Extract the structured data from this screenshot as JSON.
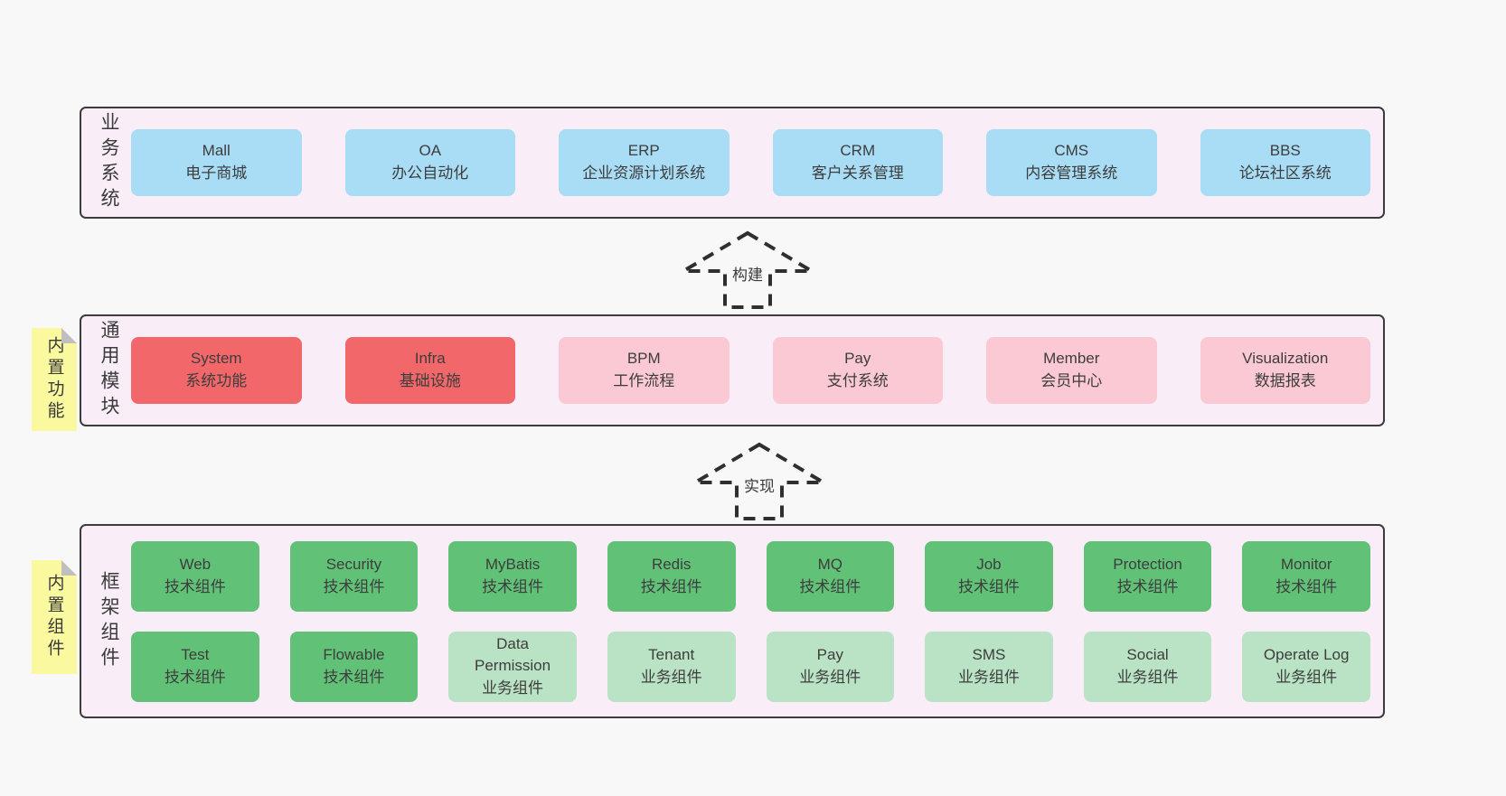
{
  "colors": {
    "page_bg": "#f8f8f8",
    "panel_bg": "#f9eef7",
    "panel_border": "#3c3c3c",
    "blue_box": "#a9dcf5",
    "red_box": "#f2686a",
    "pink_box": "#fbc9d4",
    "green_box": "#61c277",
    "light_green_box": "#b9e3c4",
    "note_bg": "#fbf9a0",
    "note_fold": "#bfbfbf",
    "text": "#3d3d3d"
  },
  "business": {
    "label": "业务系统",
    "boxes": [
      {
        "title": "Mall",
        "subtitle": "电子商城"
      },
      {
        "title": "OA",
        "subtitle": "办公自动化"
      },
      {
        "title": "ERP",
        "subtitle": "企业资源计划系统"
      },
      {
        "title": "CRM",
        "subtitle": "客户关系管理"
      },
      {
        "title": "CMS",
        "subtitle": "内容管理系统"
      },
      {
        "title": "BBS",
        "subtitle": "论坛社区系统"
      }
    ]
  },
  "arrow_build": {
    "label": "构建"
  },
  "modules": {
    "label": "通用模块",
    "note": "内置功能",
    "boxes": [
      {
        "title": "System",
        "subtitle": "系统功能"
      },
      {
        "title": "Infra",
        "subtitle": "基础设施"
      },
      {
        "title": "BPM",
        "subtitle": "工作流程"
      },
      {
        "title": "Pay",
        "subtitle": "支付系统"
      },
      {
        "title": "Member",
        "subtitle": "会员中心"
      },
      {
        "title": "Visualization",
        "subtitle": "数据报表"
      }
    ]
  },
  "arrow_implement": {
    "label": "实现"
  },
  "components": {
    "label": "框架组件",
    "note": "内置组件",
    "row1": [
      {
        "title": "Web",
        "subtitle": "技术组件"
      },
      {
        "title": "Security",
        "subtitle": "技术组件"
      },
      {
        "title": "MyBatis",
        "subtitle": "技术组件"
      },
      {
        "title": "Redis",
        "subtitle": "技术组件"
      },
      {
        "title": "MQ",
        "subtitle": "技术组件"
      },
      {
        "title": "Job",
        "subtitle": "技术组件"
      },
      {
        "title": "Protection",
        "subtitle": "技术组件"
      },
      {
        "title": "Monitor",
        "subtitle": "技术组件"
      }
    ],
    "row2": [
      {
        "title": "Test",
        "subtitle": "技术组件"
      },
      {
        "title": "Flowable",
        "subtitle": "技术组件"
      },
      {
        "title": "Data Permission",
        "subtitle": "业务组件"
      },
      {
        "title": "Tenant",
        "subtitle": "业务组件"
      },
      {
        "title": "Pay",
        "subtitle": "业务组件"
      },
      {
        "title": "SMS",
        "subtitle": "业务组件"
      },
      {
        "title": "Social",
        "subtitle": "业务组件"
      },
      {
        "title": "Operate Log",
        "subtitle": "业务组件"
      }
    ]
  }
}
